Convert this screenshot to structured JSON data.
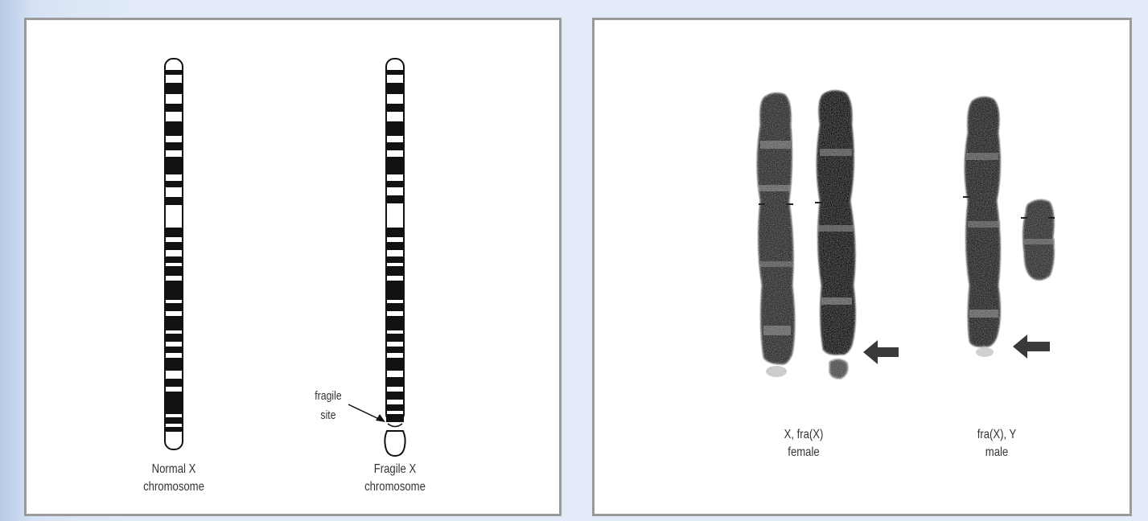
{
  "left_panel": {
    "normal": {
      "line1": "Normal X",
      "line2": "chromosome"
    },
    "fragile": {
      "line1": "Fragile X",
      "line2": "chromosome"
    },
    "annotation": {
      "line1": "fragile",
      "line2": "site"
    }
  },
  "right_panel": {
    "female": {
      "line1": "X, fra(X)",
      "line2": "female"
    },
    "male": {
      "line1": "fra(X), Y",
      "line2": "male"
    }
  },
  "colors": {
    "band_dark": "#111111",
    "band_light": "#ffffff",
    "photo_chromosome": "#4a4a4a",
    "frame": "#9a9a9a",
    "background": "#e3ebf8"
  }
}
